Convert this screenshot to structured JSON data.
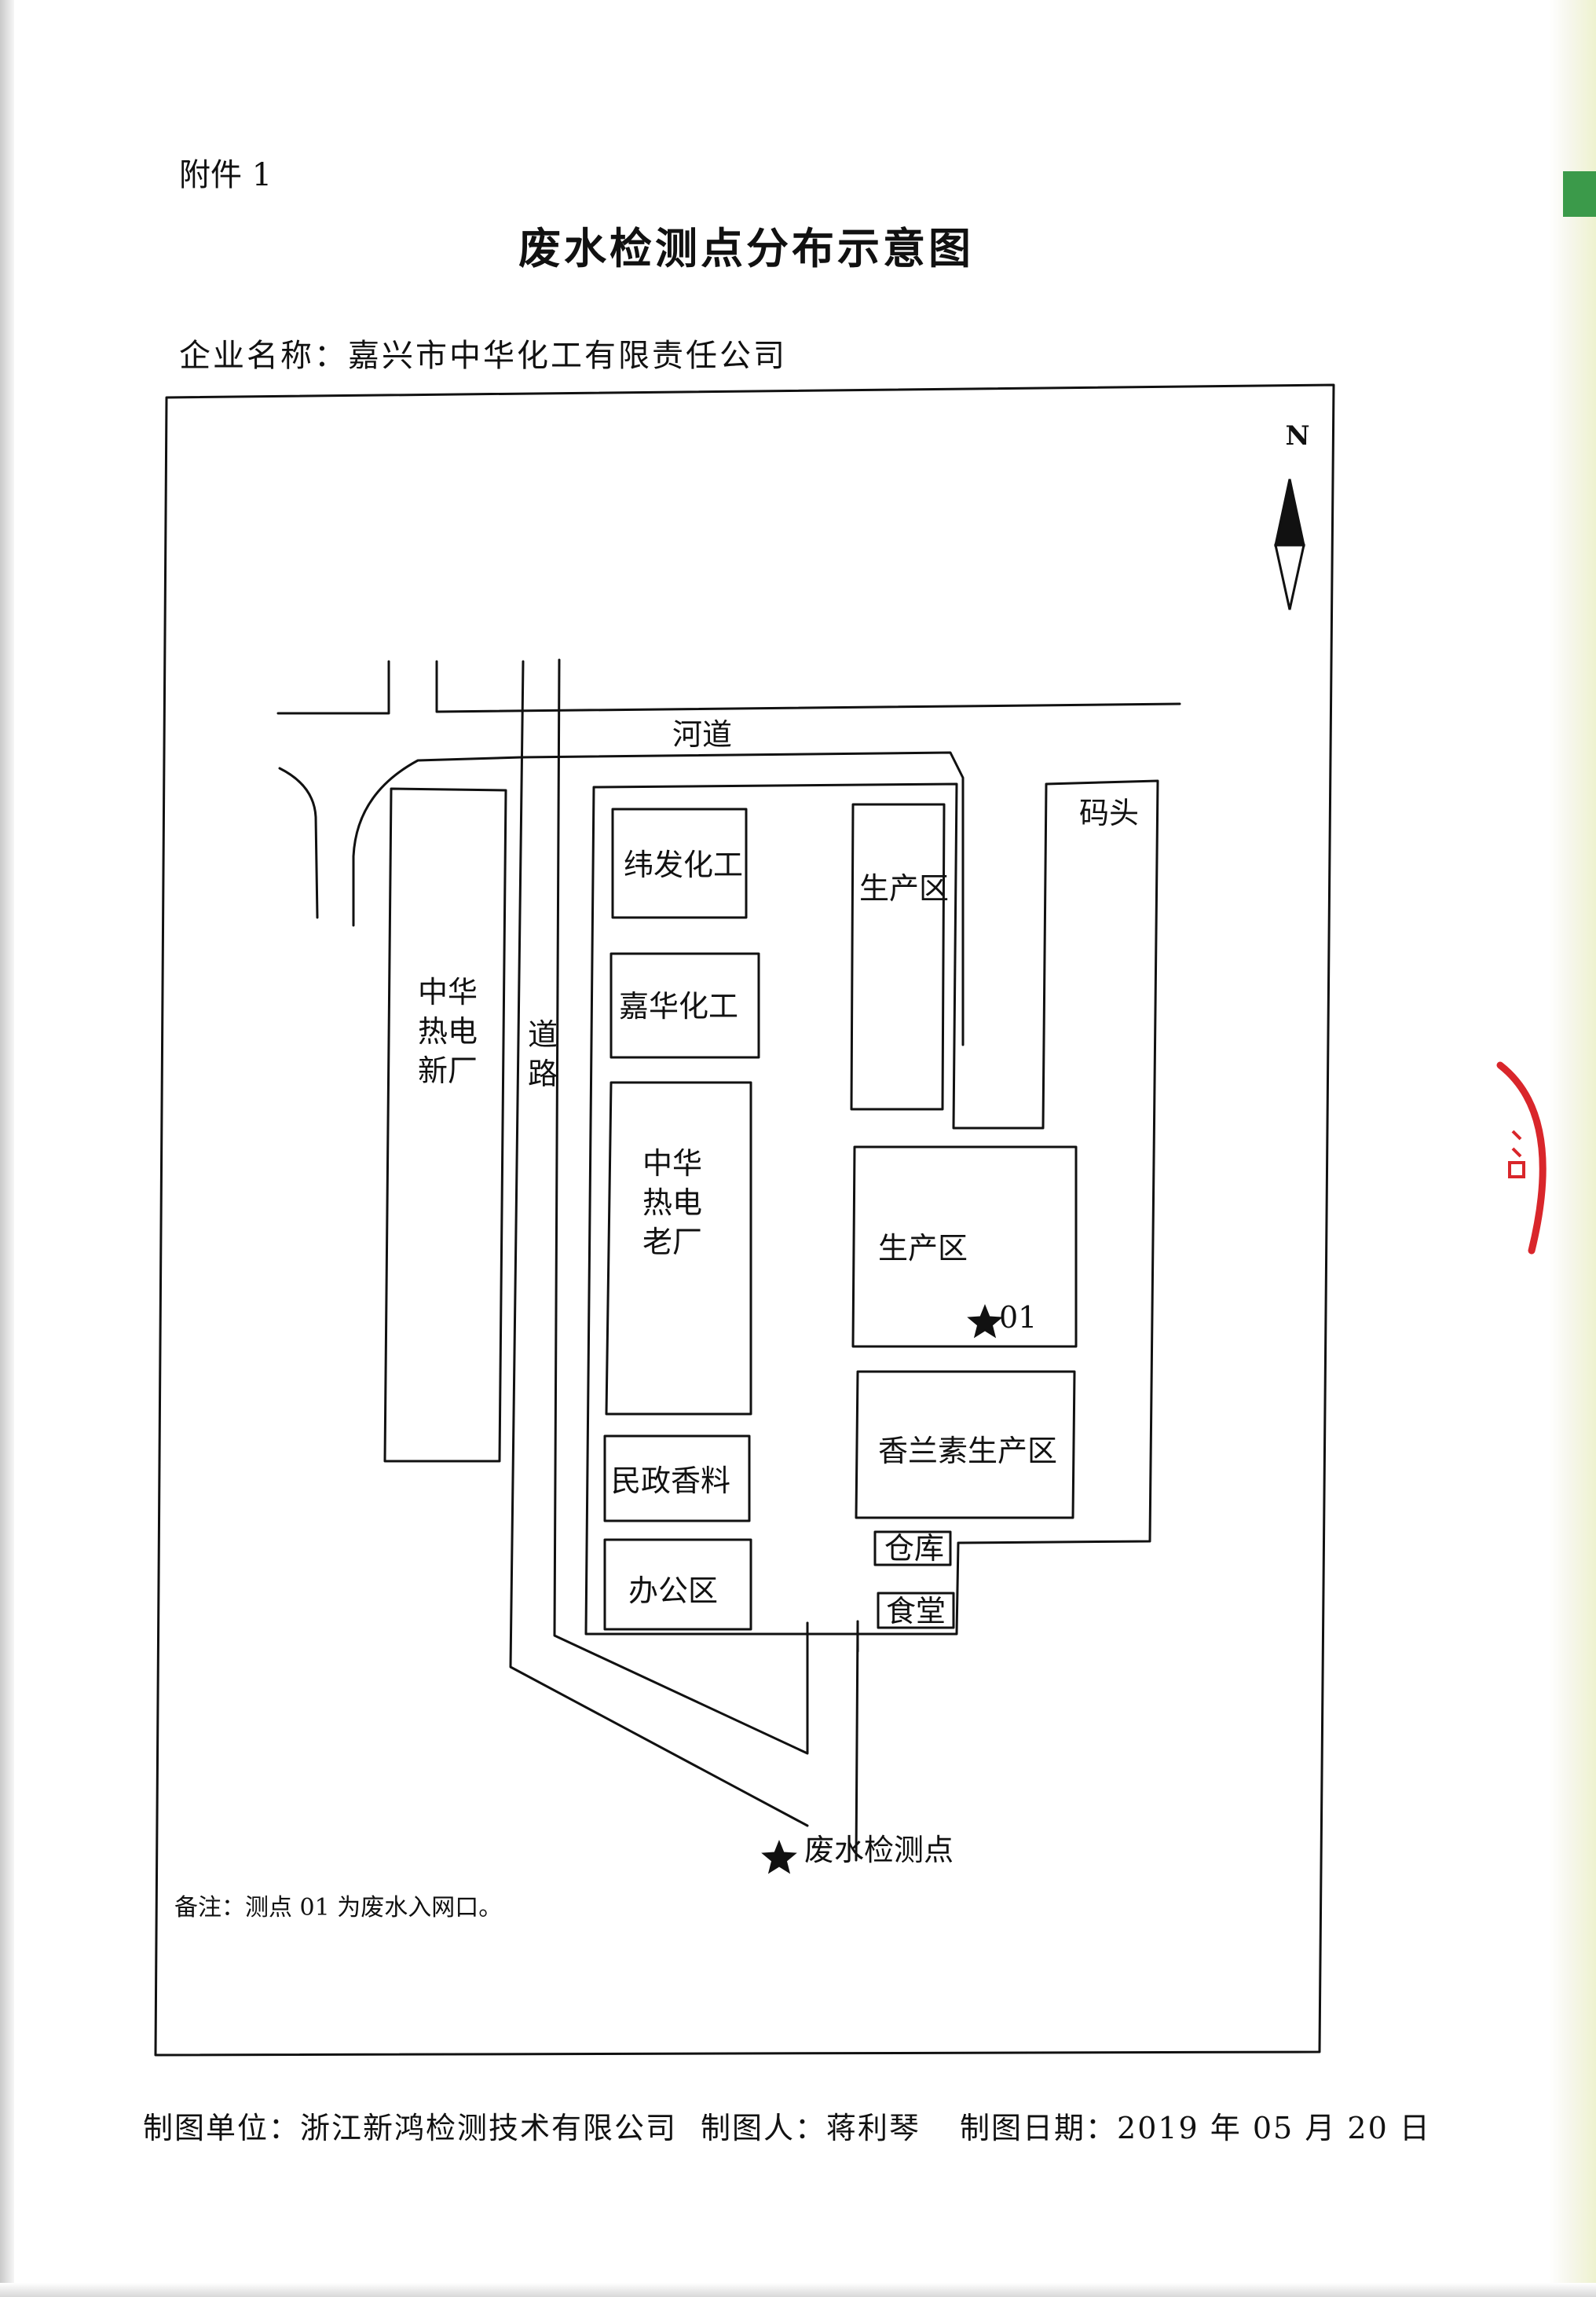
{
  "header": {
    "attachment": "附件 1",
    "title": "废水检测点分布示意图",
    "company_label": "企业名称：",
    "company_name": "嘉兴市中华化工有限责任公司"
  },
  "map": {
    "north": "N",
    "labels": {
      "river": "河道",
      "dock": "码头",
      "road_1": "道",
      "road_2": "路",
      "new_plant_1": "中华",
      "new_plant_2": "热电",
      "new_plant_3": "新厂",
      "weifa": "纬发化工",
      "jiahua": "嘉华化工",
      "old_plant_1": "中华",
      "old_plant_2": "热电",
      "old_plant_3": "老厂",
      "minzheng": "民政香料",
      "office": "办公区",
      "production_north": "生产区",
      "production_mid": "生产区",
      "point_01": "01",
      "vanillin": "香兰素生产区",
      "warehouse": "仓库",
      "canteen": "食堂"
    },
    "legend": "废水检测点",
    "note": "备注：测点 01 为废水入网口。"
  },
  "footer": {
    "unit_label": "制图单位：",
    "unit_value": "浙江新鸿检测技术有限公司",
    "author_label": "制图人：",
    "author_value": "蒋利琴",
    "date_label": "制图日期：",
    "date_value": "2019 年 05 月 20 日"
  },
  "colors": {
    "ink": "#111111",
    "stamp_red": "#d9262b",
    "tab_green": "#3b9a4a"
  }
}
